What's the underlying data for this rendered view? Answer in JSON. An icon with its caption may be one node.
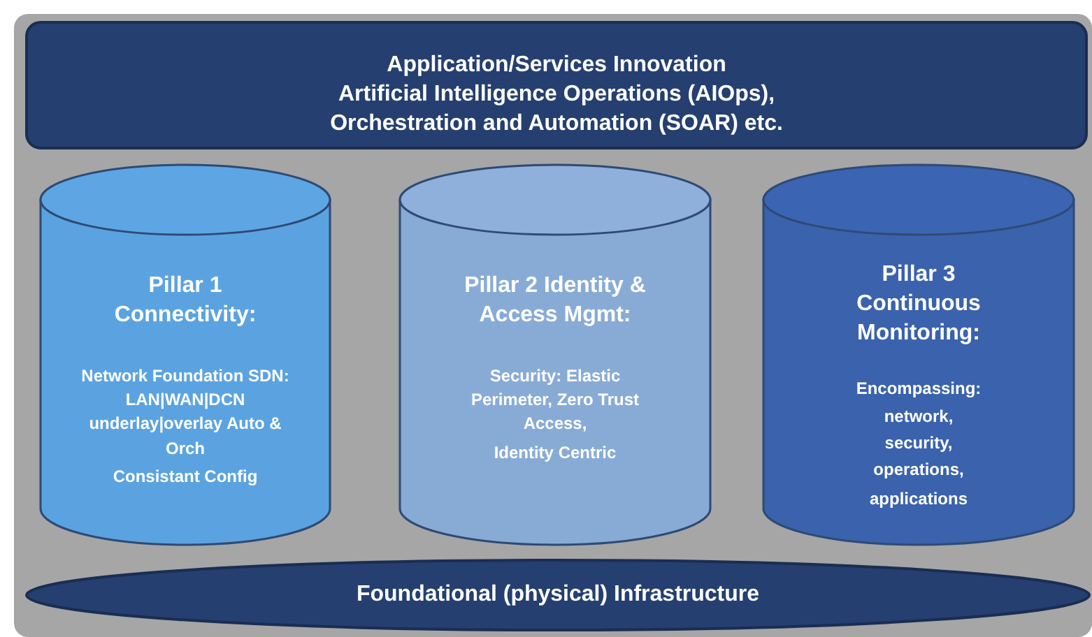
{
  "diagram": {
    "nodes": [
      {
        "text": [],
        "shape": "box"
      },
      {
        "text": [
          "Application/Services Innovation",
          "Artificial Intelligence Operations (AIOps), Orchestration and Automation (SOAR) etc."
        ],
        "in": 0
      },
      {
        "text": [
          "Pillar 1 Connectivity:",
          "Network Foundation SDN: LAN|WAN|DCN underlay|overlay Auto & Orch",
          "Consistant Config"
        ],
        "in": 0
      },
      {
        "text": [
          "Pillar 2 Identity & Access Mgmt:",
          "Security: Elastic Perimeter, Zero Trust Access,",
          "Identity Centric"
        ],
        "in": 0
      },
      {
        "text": [
          "Pillar 3 Continuous Monitoring:",
          "Encompassing: network, security, operations,",
          "applications"
        ],
        "in": 0
      },
      {
        "text": [
          "Foundational (physical) Infrastructure"
        ],
        "in": 0
      }
    ]
  }
}
